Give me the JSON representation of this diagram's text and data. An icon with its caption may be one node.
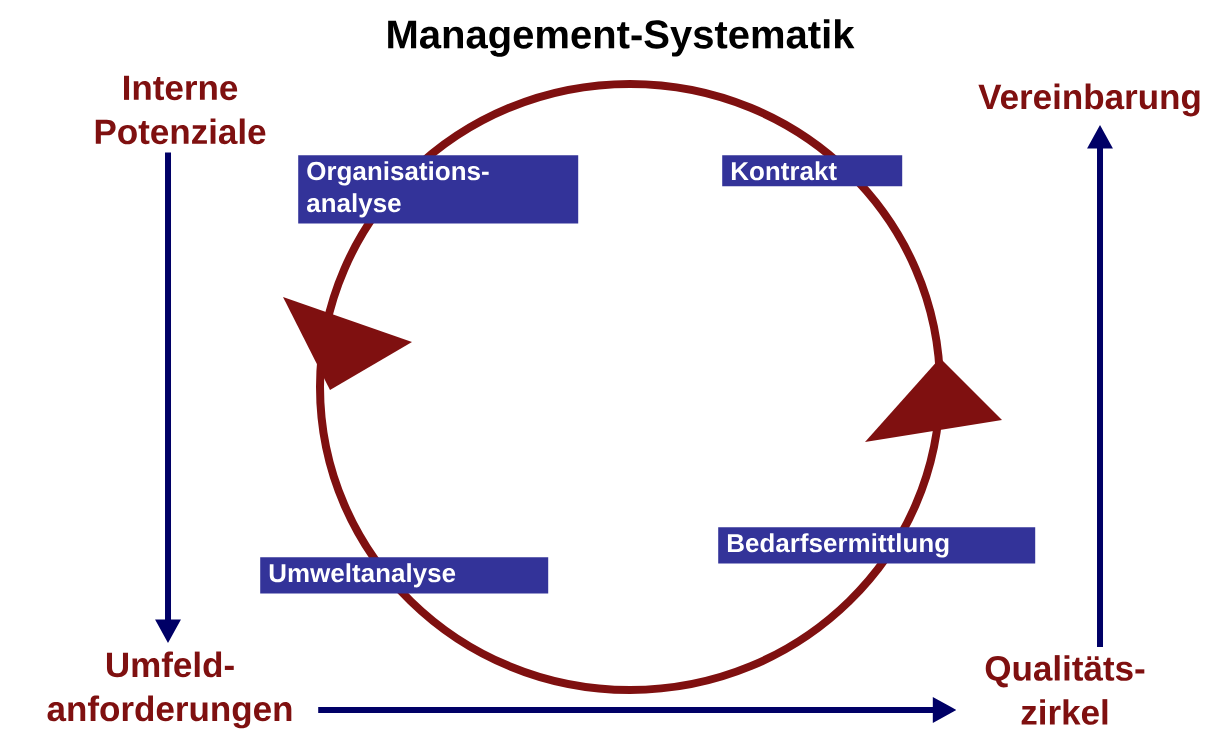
{
  "diagram": {
    "title": "Management-Systematik",
    "nodes": [
      {
        "text": [
          "Interne Potenziale"
        ]
      },
      {
        "text": [
          "Umfeld- anforderungen"
        ]
      },
      {
        "text": [
          "Qualitäts- zirkel"
        ]
      },
      {
        "text": [
          "Vereinbarung"
        ]
      },
      {
        "text": [
          "Organisations- analyse"
        ]
      },
      {
        "text": [
          "Kontrakt"
        ]
      },
      {
        "text": [
          "Bedarfsermittlung"
        ]
      },
      {
        "text": [
          "Umweltanalyse"
        ]
      }
    ],
    "edges": [
      {
        "from": 0,
        "to": 1,
        "arrow": "to"
      },
      {
        "from": 1,
        "to": 2,
        "arrow": "to"
      },
      {
        "from": 2,
        "to": 3,
        "arrow": "to"
      }
    ]
  }
}
